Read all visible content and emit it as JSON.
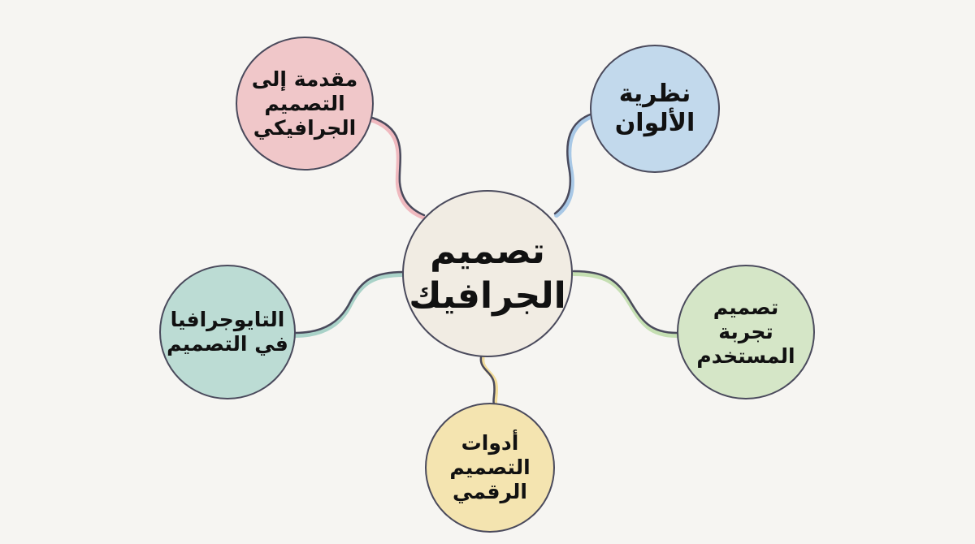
{
  "diagram": {
    "type": "mind-map",
    "center": {
      "label": "تصميم\nالجرافيك",
      "color": "#f1ece3"
    },
    "branches": [
      {
        "id": "intro",
        "label": "مقدمة إلى\nالتصميم\nالجرافيكي",
        "color": "#f0c7c9",
        "link_color": "#f0b9bf",
        "position": "top-left"
      },
      {
        "id": "color",
        "label": "نظرية\nالألوان",
        "color": "#c2d9ec",
        "link_color": "#a8c8e6",
        "position": "top-right"
      },
      {
        "id": "ux",
        "label": "تصميم\nتجربة\nالمستخدم",
        "color": "#d5e6c7",
        "link_color": "#c5dfb2",
        "position": "right"
      },
      {
        "id": "tools",
        "label": "أدوات\nالتصميم\nالرقمي",
        "color": "#f4e4b0",
        "link_color": "#f2dc9a",
        "position": "bottom"
      },
      {
        "id": "typo",
        "label": "التايوجرافيا\nفي التصميم",
        "color": "#bcdcd4",
        "link_color": "#a9d2c8",
        "position": "left"
      }
    ],
    "outline_color": "#4a4a5c",
    "background": "#f6f5f2"
  }
}
